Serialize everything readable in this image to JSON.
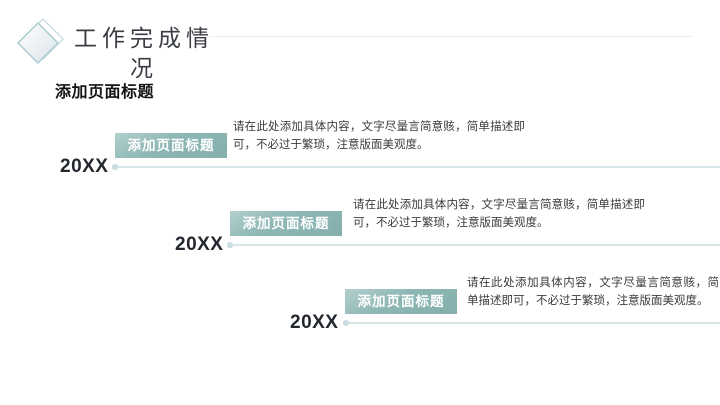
{
  "header": {
    "title": "工作完成情况",
    "subtitle": "添加页面标题"
  },
  "timeline": {
    "items": [
      {
        "year": "20XX",
        "label": "添加页面标题",
        "description": "请在此处添加具体内容，文字尽量言简意赅，简单描述即可，不必过于繁琐，注意版面美观度。"
      },
      {
        "year": "20XX",
        "label": "添加页面标题",
        "description": "请在此处添加具体内容，文字尽量言简意赅，简单描述即可，不必过于繁琐，注意版面美观度。"
      },
      {
        "year": "20XX",
        "label": "添加页面标题",
        "description": "请在此处添加具体内容，文字尽量言简意赅，简单描述即可，不必过于繁琐，注意版面美观度。"
      }
    ]
  },
  "colors": {
    "accent_teal": "#8db7b5",
    "timeline_line": "#d8e6ea",
    "year_text": "#23272e",
    "body_text": "#3c3c3c",
    "diamond_stroke": "#adccd4"
  }
}
